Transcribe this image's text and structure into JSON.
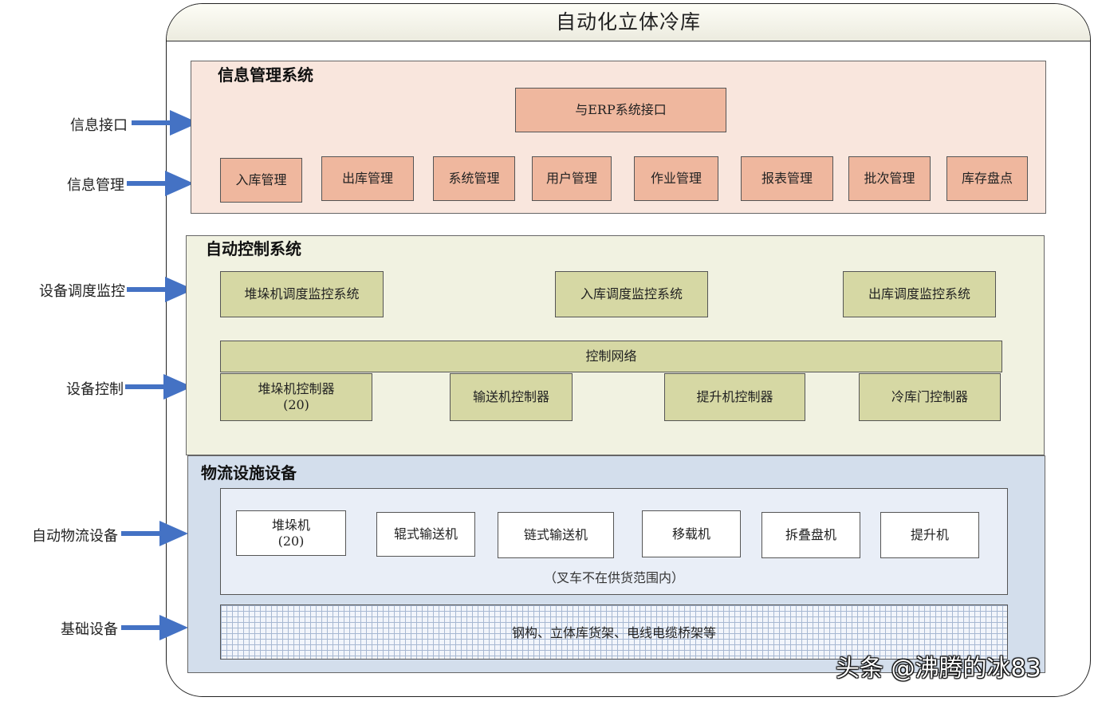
{
  "title": "自动化立体冷库",
  "left_labels": [
    "信息接口",
    "信息管理",
    "设备调度监控",
    "设备控制",
    "自动物流设备",
    "基础设备"
  ],
  "info_system": {
    "title": "信息管理系统",
    "erp": "与ERP系统接口",
    "modules": [
      "入库管理",
      "出库管理",
      "系统管理",
      "用户管理",
      "作业管理",
      "报表管理",
      "批次管理",
      "库存盘点"
    ]
  },
  "control_system": {
    "title": "自动控制系统",
    "monitors": [
      "堆垛机调度监控系统",
      "入库调度监控系统",
      "出库调度监控系统"
    ],
    "network": "控制网络",
    "controllers": [
      {
        "name": "堆垛机控制器",
        "sub": "(20)"
      },
      {
        "name": "输送机控制器",
        "sub": ""
      },
      {
        "name": "提升机控制器",
        "sub": ""
      },
      {
        "name": "冷库门控制器",
        "sub": ""
      }
    ]
  },
  "logistics": {
    "title": "物流设施设备",
    "equipment": [
      {
        "name": "堆垛机",
        "sub": "(20)"
      },
      {
        "name": "辊式输送机",
        "sub": ""
      },
      {
        "name": "链式输送机",
        "sub": ""
      },
      {
        "name": "移载机",
        "sub": ""
      },
      {
        "name": "拆叠盘机",
        "sub": ""
      },
      {
        "name": "提升机",
        "sub": ""
      }
    ],
    "note": "（叉车不在供货范围内）",
    "foundation": "钢构、立体库货架、电线电缆桥架等"
  },
  "watermark": "头条 @沸腾的冰83",
  "colors": {
    "arrow": "#4472c4",
    "salmon": "#efb79e",
    "olive": "#d6d8a4",
    "blue_panel": "#d3deec"
  }
}
